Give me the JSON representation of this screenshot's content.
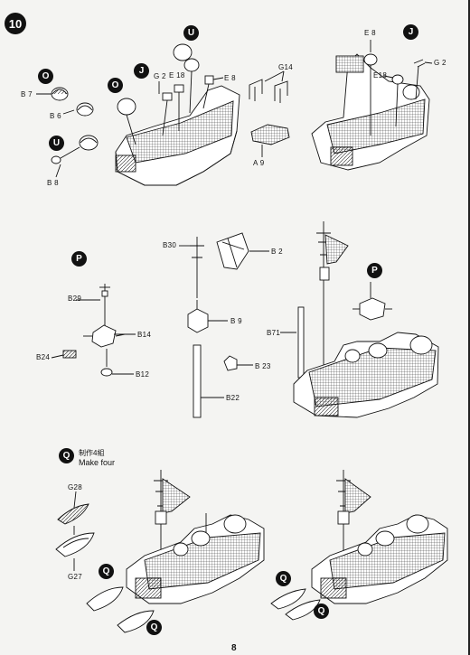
{
  "step": {
    "number": "10"
  },
  "labels": {
    "b7": "B 7",
    "b6": "B 6",
    "b8": "B 8",
    "g2a": "G 2",
    "e18a": "E 18",
    "e8a": "E 8",
    "g14": "G14",
    "a9": "A 9",
    "e8b": "E 8",
    "e18b": "E18",
    "g2b": "G 2",
    "b30": "B30",
    "b2": "B 2",
    "b29": "B29",
    "b14": "B14",
    "b24": "B24",
    "b12": "B12",
    "b9": "B 9",
    "b23": "B 23",
    "b22": "B22",
    "b71": "B71",
    "g28": "G28",
    "g27": "G27"
  },
  "badges": {
    "o1": "O",
    "o2": "O",
    "u1": "U",
    "u2": "U",
    "j1": "J",
    "j2": "J",
    "p1": "P",
    "p2": "P",
    "q1": "Q",
    "q2": "Q",
    "q3": "Q",
    "q4": "Q",
    "q5": "Q"
  },
  "note": {
    "cn": "制作4組",
    "en": "Make four"
  },
  "page_number": "8"
}
